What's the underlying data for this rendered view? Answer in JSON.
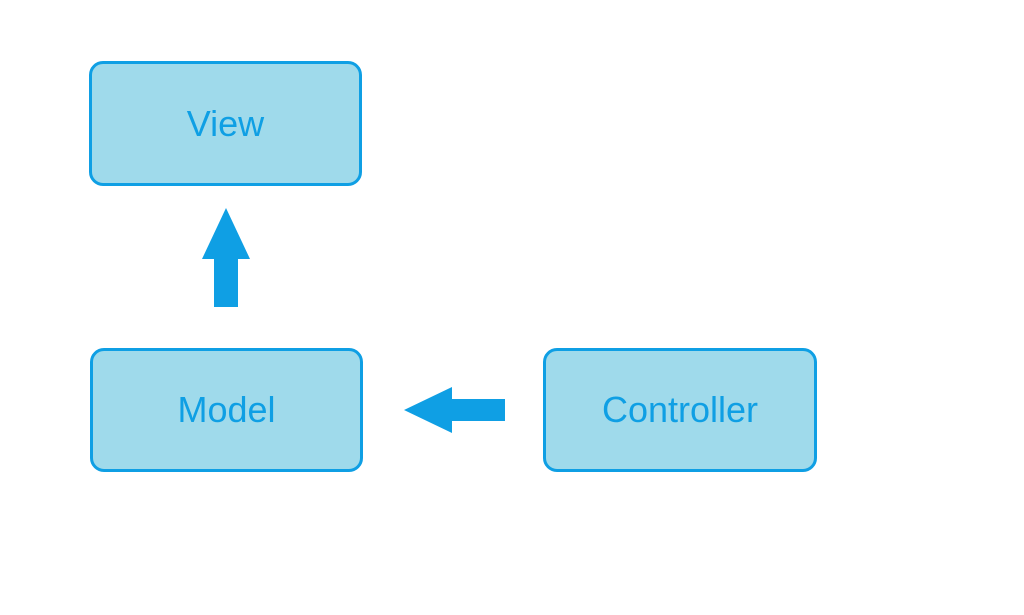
{
  "diagram": {
    "nodes": {
      "view": {
        "label": "View"
      },
      "model": {
        "label": "Model"
      },
      "controller": {
        "label": "Controller"
      }
    },
    "edges": [
      {
        "from": "model",
        "to": "view",
        "direction": "up"
      },
      {
        "from": "controller",
        "to": "model",
        "direction": "left"
      }
    ]
  },
  "colors": {
    "node_fill": "#9fdaeb",
    "node_border": "#0f9fe4",
    "text": "#0f9fe4",
    "arrow": "#0f9fe4",
    "background": "#ffffff"
  }
}
